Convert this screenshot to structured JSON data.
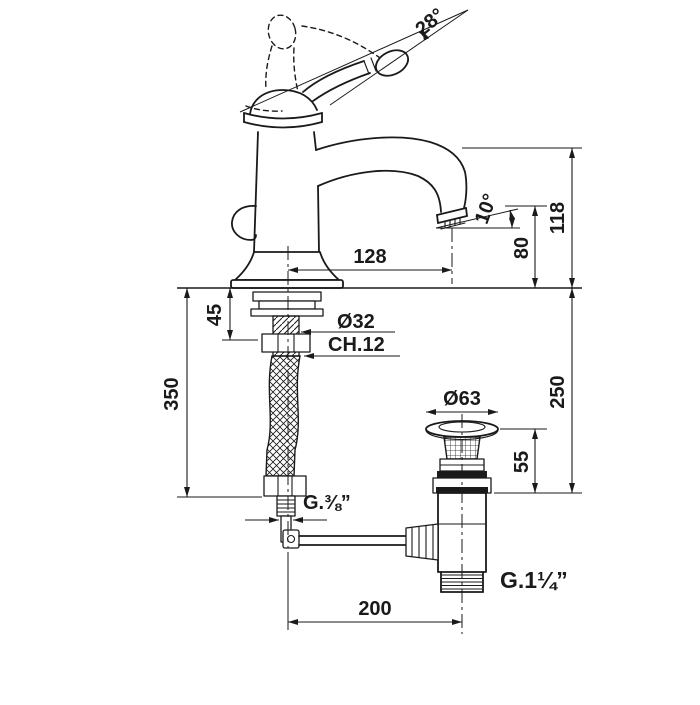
{
  "colors": {
    "line": "#1a1a1a",
    "background": "#ffffff"
  },
  "annotations": {
    "handle_angle": "28°",
    "total_height": "118",
    "outlet_height": "80",
    "spout_angle": "10°",
    "spout_reach": "128",
    "mounting_thickness": "45",
    "shank_diameter": "Ø32",
    "wrench_size": "CH.12",
    "hose_length": "350",
    "waste_flange_diameter": "Ø63",
    "below_deck_depth": "250",
    "waste_height": "55",
    "inlet_thread": "G.⅜”",
    "waste_thread": "G.1¼”",
    "waste_offset": "200"
  }
}
